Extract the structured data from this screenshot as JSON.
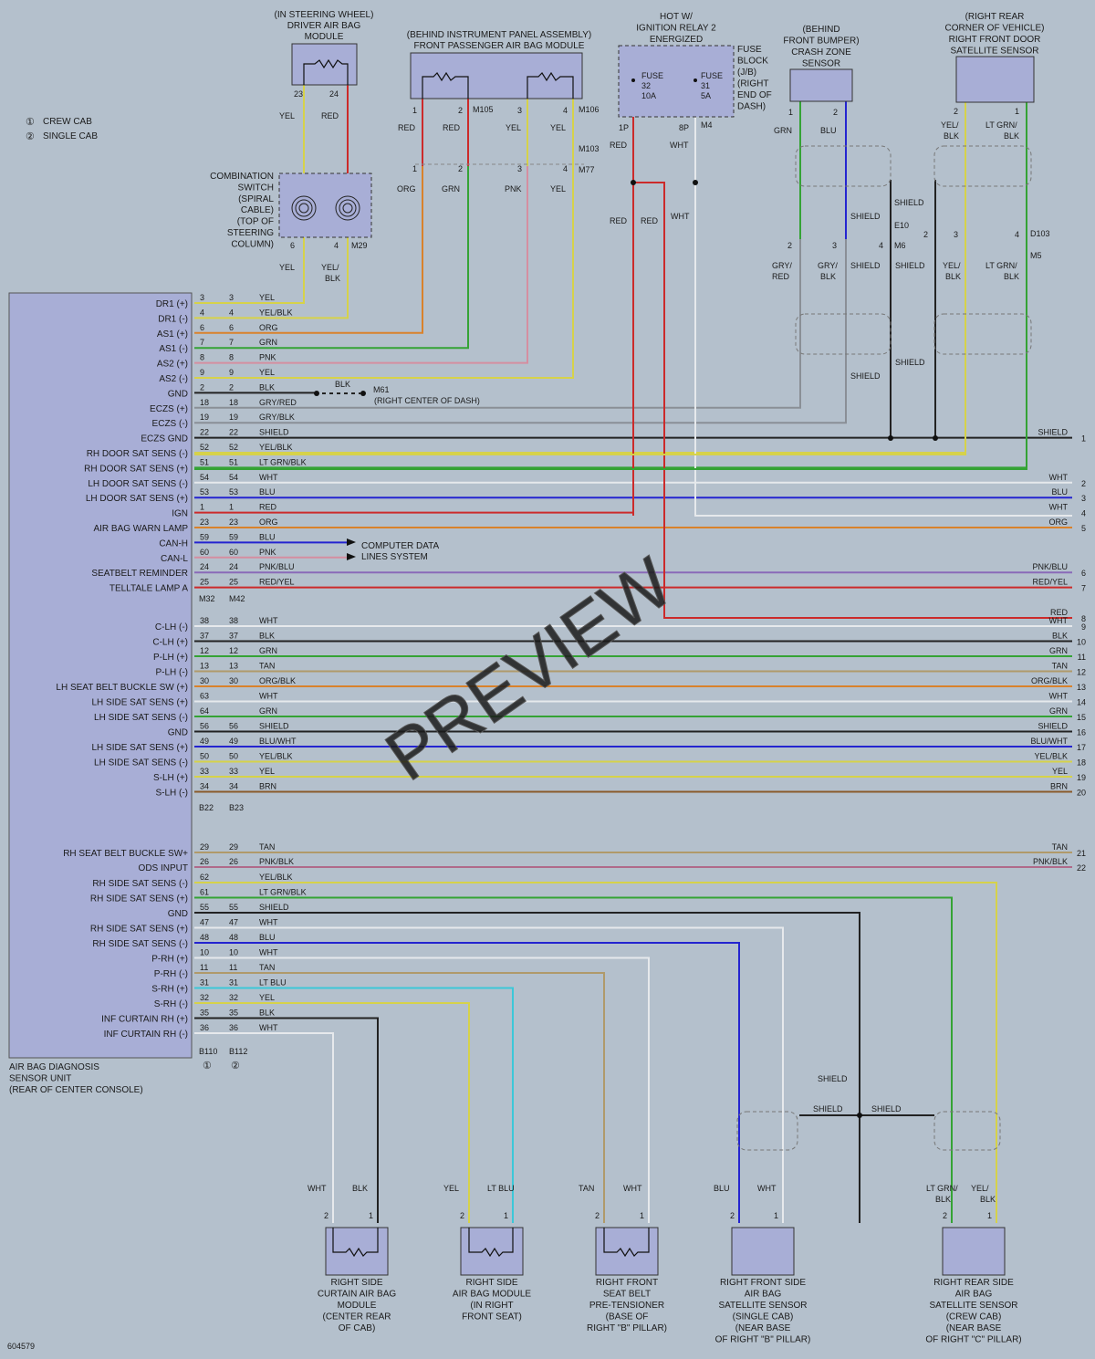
{
  "legend": [
    {
      "num": "①",
      "text": "CREW CAB"
    },
    {
      "num": "②",
      "text": "SINGLE CAB"
    }
  ],
  "watermark": "PREVIEW",
  "doc_id": "604579",
  "top_components": {
    "driver_module": [
      "(IN STEERING WHEEL)",
      "DRIVER AIR BAG",
      "MODULE"
    ],
    "passenger_module": [
      "(BEHIND INSTRUMENT PANEL ASSEMBLY)",
      "FRONT PASSENGER AIR BAG MODULE"
    ],
    "hot_label": [
      "HOT W/",
      "IGNITION RELAY 2",
      "ENERGIZED"
    ],
    "fuse_block": [
      "FUSE",
      "BLOCK",
      "(J/B)",
      "(RIGHT",
      "END OF",
      "DASH)"
    ],
    "fuse32": [
      "FUSE",
      "32",
      "10A"
    ],
    "fuse31": [
      "FUSE",
      "31",
      "5A"
    ],
    "crash_sensor": [
      "(BEHIND",
      "FRONT BUMPER)",
      "CRASH ZONE",
      "SENSOR"
    ],
    "rear_corner": [
      "(RIGHT REAR",
      "CORNER OF VEHICLE)",
      "RIGHT FRONT DOOR",
      "SATELLITE SENSOR"
    ],
    "combo_switch": [
      "COMBINATION",
      "SWITCH",
      "(SPIRAL",
      "CABLE)",
      "(TOP OF",
      "STEERING",
      "COLUMN)"
    ]
  },
  "main_unit": {
    "lines": [
      "AIR BAG DIAGNOSIS",
      "SENSOR UNIT",
      "(REAR OF CENTER CONSOLE)"
    ],
    "conn_a": [
      "M32",
      "M42"
    ],
    "conn_b": [
      "B22",
      "B23"
    ],
    "conn_c": [
      "B110",
      "B112"
    ]
  },
  "connectors": {
    "m105": "M105",
    "m106": "M106",
    "m103": "M103",
    "m77": "M77",
    "m29": "M29",
    "m4": "M4",
    "e10": "E10",
    "m6": "M6",
    "d103": "D103",
    "m5": "M5",
    "m61": "M61",
    "m61_desc": "(RIGHT CENTER OF DASH)"
  },
  "pins": {
    "p23": "23",
    "p24": "24",
    "p1": "1",
    "p2": "2",
    "p3": "3",
    "p4": "4",
    "p6": "6",
    "p1p": "1P",
    "p8p": "8P"
  },
  "upper_wire_labels": {
    "yel": "YEL",
    "red": "RED",
    "org": "ORG",
    "grn": "GRN",
    "pnk": "PNK",
    "wht": "WHT",
    "blu": "BLU",
    "blk": "BLK",
    "shield": "SHIELD",
    "yelblk": "YEL/BLK",
    "yel_": "YEL/",
    "blk_": "BLK",
    "ltgrn_": "LT GRN/",
    "gry_": "GRY/"
  },
  "can_label": [
    "COMPUTER DATA",
    "LINES SYSTEM"
  ],
  "rows": [
    {
      "pin": "DR1 (+)",
      "a": "3",
      "b": "3",
      "c": "YEL"
    },
    {
      "pin": "DR1 (-)",
      "a": "4",
      "b": "4",
      "c": "YEL/BLK"
    },
    {
      "pin": "AS1 (+)",
      "a": "6",
      "b": "6",
      "c": "ORG"
    },
    {
      "pin": "AS1 (-)",
      "a": "7",
      "b": "7",
      "c": "GRN"
    },
    {
      "pin": "AS2 (+)",
      "a": "8",
      "b": "8",
      "c": "PNK"
    },
    {
      "pin": "AS2 (-)",
      "a": "9",
      "b": "9",
      "c": "YEL"
    },
    {
      "pin": "GND",
      "a": "2",
      "b": "2",
      "c": "BLK"
    },
    {
      "pin": "ECZS (+)",
      "a": "18",
      "b": "18",
      "c": "GRY/RED"
    },
    {
      "pin": "ECZS (-)",
      "a": "19",
      "b": "19",
      "c": "GRY/BLK"
    },
    {
      "pin": "ECZS GND",
      "a": "22",
      "b": "22",
      "c": "SHIELD",
      "r": "SHIELD",
      "n": "1"
    },
    {
      "pin": "RH DOOR SAT SENS (-)",
      "a": "52",
      "b": "52",
      "c": "YEL/BLK"
    },
    {
      "pin": "RH DOOR SAT SENS (+)",
      "a": "51",
      "b": "51",
      "c": "LT GRN/BLK"
    },
    {
      "pin": "LH DOOR SAT SENS (-)",
      "a": "54",
      "b": "54",
      "c": "WHT",
      "r": "WHT",
      "n": "2"
    },
    {
      "pin": "LH DOOR SAT SENS (+)",
      "a": "53",
      "b": "53",
      "c": "BLU",
      "r": "BLU",
      "n": "3"
    },
    {
      "pin": "IGN",
      "a": "1",
      "b": "1",
      "c": "RED",
      "r": "WHT",
      "n": "4"
    },
    {
      "pin": "AIR BAG WARN LAMP",
      "a": "23",
      "b": "23",
      "c": "ORG",
      "r": "ORG",
      "n": "5"
    },
    {
      "pin": "CAN-H",
      "a": "59",
      "b": "59",
      "c": "BLU"
    },
    {
      "pin": "CAN-L",
      "a": "60",
      "b": "60",
      "c": "PNK"
    },
    {
      "pin": "SEATBELT REMINDER",
      "a": "24",
      "b": "24",
      "c": "PNK/BLU",
      "r": "PNK/BLU",
      "n": "6"
    },
    {
      "pin": "TELLTALE LAMP A",
      "a": "25",
      "b": "25",
      "c": "RED/YEL",
      "r": "RED/YEL",
      "n": "7"
    },
    {
      "pin": "",
      "a": "",
      "b": "",
      "c": "",
      "r": "RED",
      "n": "8"
    },
    {
      "pin": "C-LH (-)",
      "a": "38",
      "b": "38",
      "c": "WHT",
      "r": "WHT",
      "n": "9"
    },
    {
      "pin": "C-LH (+)",
      "a": "37",
      "b": "37",
      "c": "BLK",
      "r": "BLK",
      "n": "10"
    },
    {
      "pin": "P-LH (+)",
      "a": "12",
      "b": "12",
      "c": "GRN",
      "r": "GRN",
      "n": "11"
    },
    {
      "pin": "P-LH (-)",
      "a": "13",
      "b": "13",
      "c": "TAN",
      "r": "TAN",
      "n": "12"
    },
    {
      "pin": "LH SEAT BELT BUCKLE SW (+)",
      "a": "30",
      "b": "30",
      "c": "ORG/BLK",
      "r": "ORG/BLK",
      "n": "13"
    },
    {
      "pin": "LH SIDE SAT SENS (+)",
      "a": "63",
      "b": "",
      "c": "WHT",
      "r": "WHT",
      "n": "14"
    },
    {
      "pin": "LH SIDE SAT SENS (-)",
      "a": "64",
      "b": "",
      "c": "GRN",
      "r": "GRN",
      "n": "15"
    },
    {
      "pin": "GND",
      "a": "56",
      "b": "56",
      "c": "SHIELD",
      "r": "SHIELD",
      "n": "16"
    },
    {
      "pin": "LH SIDE SAT SENS (+)",
      "a": "49",
      "b": "49",
      "c": "BLU/WHT",
      "r": "BLU/WHT",
      "n": "17"
    },
    {
      "pin": "LH SIDE SAT SENS (-)",
      "a": "50",
      "b": "50",
      "c": "YEL/BLK",
      "r": "YEL/BLK",
      "n": "18"
    },
    {
      "pin": "S-LH (+)",
      "a": "33",
      "b": "33",
      "c": "YEL",
      "r": "YEL",
      "n": "19"
    },
    {
      "pin": "S-LH (-)",
      "a": "34",
      "b": "34",
      "c": "BRN",
      "r": "BRN",
      "n": "20"
    },
    {
      "pin": "RH SEAT BELT BUCKLE SW+",
      "a": "29",
      "b": "29",
      "c": "TAN",
      "r": "TAN",
      "n": "21"
    },
    {
      "pin": "ODS INPUT",
      "a": "26",
      "b": "26",
      "c": "PNK/BLK",
      "r": "PNK/BLK",
      "n": "22"
    },
    {
      "pin": "RH SIDE SAT SENS (-)",
      "a": "62",
      "b": "",
      "c": "YEL/BLK"
    },
    {
      "pin": "RH SIDE SAT SENS (+)",
      "a": "61",
      "b": "",
      "c": "LT GRN/BLK"
    },
    {
      "pin": "GND",
      "a": "55",
      "b": "55",
      "c": "SHIELD"
    },
    {
      "pin": "RH SIDE SAT SENS (+)",
      "a": "47",
      "b": "47",
      "c": "WHT"
    },
    {
      "pin": "RH SIDE SAT SENS (-)",
      "a": "48",
      "b": "48",
      "c": "BLU"
    },
    {
      "pin": "P-RH (+)",
      "a": "10",
      "b": "10",
      "c": "WHT"
    },
    {
      "pin": "P-RH (-)",
      "a": "11",
      "b": "11",
      "c": "TAN"
    },
    {
      "pin": "S-RH (+)",
      "a": "31",
      "b": "31",
      "c": "LT BLU"
    },
    {
      "pin": "S-RH (-)",
      "a": "32",
      "b": "32",
      "c": "YEL"
    },
    {
      "pin": "INF CURTAIN RH (+)",
      "a": "35",
      "b": "35",
      "c": "BLK"
    },
    {
      "pin": "INF CURTAIN RH (-)",
      "a": "36",
      "b": "36",
      "c": "WHT"
    }
  ],
  "bottom_components": [
    {
      "lines": [
        "RIGHT SIDE",
        "CURTAIN AIR BAG",
        "MODULE",
        "(CENTER REAR",
        "OF CAB)"
      ],
      "w2": "WHT",
      "w1": "BLK"
    },
    {
      "lines": [
        "RIGHT SIDE",
        "AIR BAG MODULE",
        "(IN RIGHT",
        "FRONT SEAT)"
      ],
      "w2": "YEL",
      "w1": "LT BLU"
    },
    {
      "lines": [
        "RIGHT FRONT",
        "SEAT BELT",
        "PRE-TENSIONER",
        "(BASE OF",
        "RIGHT \"B\" PILLAR)"
      ],
      "w2": "TAN",
      "w1": "WHT"
    },
    {
      "lines": [
        "RIGHT FRONT SIDE",
        "AIR BAG",
        "SATELLITE SENSOR",
        "(SINGLE CAB)",
        "(NEAR BASE",
        "OF RIGHT \"B\" PILLAR)"
      ],
      "w2": "BLU",
      "w1": "WHT"
    },
    {
      "lines": [
        "RIGHT REAR SIDE",
        "AIR BAG",
        "SATELLITE SENSOR",
        "(CREW CAB)",
        "(NEAR BASE",
        "OF RIGHT \"C\" PILLAR)"
      ],
      "w2": "LT GRN/",
      "w2b": "BLK",
      "w1": "YEL/",
      "w1b": "BLK"
    }
  ],
  "colors": {
    "yel": "#d6d24a",
    "red": "#cc2a2a",
    "org": "#d9822b",
    "grn": "#35a335",
    "pnk": "#d58ea0",
    "blk": "#222222",
    "gry": "#8a8f96",
    "wht": "#e6e9ec",
    "blu": "#2424d0",
    "ltblu": "#3cc8d8",
    "tan": "#b09a6a",
    "brn": "#8a5a2a",
    "box": "#a8aed6"
  }
}
